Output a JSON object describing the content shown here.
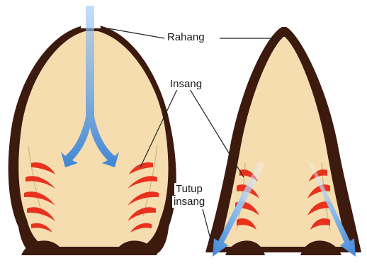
{
  "labels": {
    "jaw": "Rahang",
    "gills": "Insang",
    "operculum_line1": "Tutup",
    "operculum_line2": "insang"
  },
  "colors": {
    "body_fill": "#f6ddb0",
    "outline": "#3d1a0e",
    "gill": "#e8321e",
    "arrow": "#3f86d6",
    "leader_line": "#222222"
  }
}
